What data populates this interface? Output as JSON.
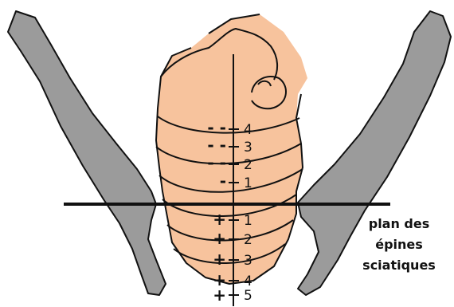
{
  "colors": {
    "pelvis_fill": "#9b9b9b",
    "head_fill": "#f7c39d",
    "stroke": "#111111"
  },
  "plane_label": {
    "line1": "plan des",
    "line2": "épines",
    "line3": "sciatiques"
  },
  "stations": [
    {
      "sign": "- -",
      "value": "4"
    },
    {
      "sign": "- -",
      "value": "3"
    },
    {
      "sign": "- -",
      "value": "2"
    },
    {
      "sign": "-",
      "value": "1"
    },
    {
      "sign": "+",
      "value": "1"
    },
    {
      "sign": "+",
      "value": "2"
    },
    {
      "sign": "+",
      "value": "3"
    },
    {
      "sign": "+",
      "value": "4"
    },
    {
      "sign": "+",
      "value": "5"
    }
  ]
}
